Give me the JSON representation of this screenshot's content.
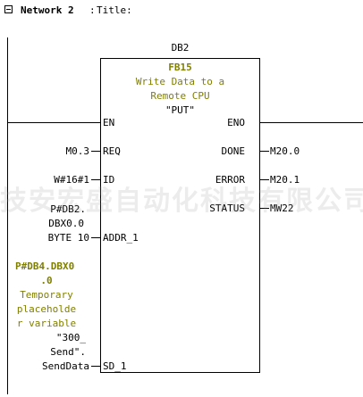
{
  "network": {
    "label": "Network 2",
    "separator": ":",
    "title_label": "Title:"
  },
  "block": {
    "instance_db": "DB2",
    "fb_name": "FB15",
    "comment_line1": "Write Data to a",
    "comment_line2": "Remote CPU",
    "symbol": "\"PUT\"",
    "en": "EN",
    "eno": "ENO",
    "inputs": {
      "req": "REQ",
      "id": "ID",
      "addr_1": "ADDR_1",
      "sd_1": "SD_1"
    },
    "outputs": {
      "done": "DONE",
      "error": "ERROR",
      "status": "STATUS"
    }
  },
  "operands": {
    "req": "M0.3",
    "id": "W#16#1",
    "addr_1_line1": "P#DB2.",
    "addr_1_line2": "DBX0.0",
    "addr_1_line3": "BYTE 10",
    "done": "M20.0",
    "error": "M20.1",
    "status": "MW22",
    "sd_1_temp_line1": "P#DB4.DBX0",
    "sd_1_temp_line2": ".0",
    "sd_1_comment_line1": "Temporary",
    "sd_1_comment_line2": "placeholde",
    "sd_1_comment_line3": "r variable",
    "sd_1_symbol_line1": "\"300_",
    "sd_1_symbol_line2": "Send\".",
    "sd_1_symbol_line3": "SendData"
  },
  "watermark": "技安宏盛自动化科技有限公司",
  "colors": {
    "background": "#ffffff",
    "lines": "#000000",
    "comment_text": "#808000"
  }
}
